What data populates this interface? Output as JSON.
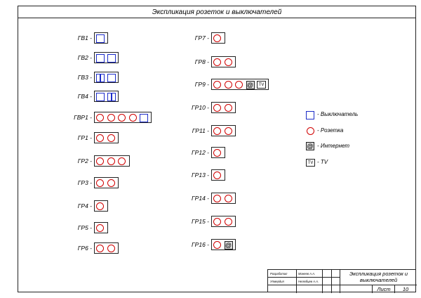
{
  "title": "Экспликация розеток и выключателей",
  "groups_left": [
    {
      "id": "g-gv1",
      "label": "ГВ1 -",
      "items": [
        "switch"
      ]
    },
    {
      "id": "g-gv2",
      "label": "ГВ2 -",
      "items": [
        "switch",
        "switch"
      ]
    },
    {
      "id": "g-gv3",
      "label": "ГВ3 -",
      "items": [
        "switch2",
        "switch"
      ]
    },
    {
      "id": "g-gv4",
      "label": "ГВ4 -",
      "items": [
        "switch",
        "switch2"
      ]
    },
    {
      "id": "g-gvr1",
      "label": "ГВР1 -",
      "items": [
        "socket",
        "socket",
        "socket",
        "socket",
        "switch"
      ]
    },
    {
      "id": "g-gr1",
      "label": "ГР1 -",
      "items": [
        "socket",
        "socket"
      ]
    },
    {
      "id": "g-gr2",
      "label": "ГР2 -",
      "items": [
        "socket",
        "socket",
        "socket"
      ]
    },
    {
      "id": "g-gr3",
      "label": "ГР3 -",
      "items": [
        "socket",
        "socket"
      ]
    },
    {
      "id": "g-gr4",
      "label": "ГР4 -",
      "items": [
        "socket"
      ]
    },
    {
      "id": "g-gr5",
      "label": "ГР5 -",
      "items": [
        "socket"
      ]
    },
    {
      "id": "g-gr6",
      "label": "ГР6 -",
      "items": [
        "socket",
        "socket"
      ]
    }
  ],
  "groups_right": [
    {
      "id": "g-gr7",
      "label": "ГР7 -",
      "items": [
        "socket"
      ]
    },
    {
      "id": "g-gr8",
      "label": "ГР8 -",
      "items": [
        "socket",
        "socket"
      ]
    },
    {
      "id": "g-gr9",
      "label": "ГР9 -",
      "items": [
        "socket",
        "socket",
        "socket",
        "internet",
        "tv"
      ]
    },
    {
      "id": "g-gr10",
      "label": "ГР10 -",
      "items": [
        "socket",
        "socket"
      ]
    },
    {
      "id": "g-gr11",
      "label": "ГР11 -",
      "items": [
        "socket",
        "socket"
      ]
    },
    {
      "id": "g-gr12",
      "label": "ГР12 -",
      "items": [
        "socket"
      ]
    },
    {
      "id": "g-gr13",
      "label": "ГР13 -",
      "items": [
        "socket"
      ]
    },
    {
      "id": "g-gr14",
      "label": "ГР14 -",
      "items": [
        "socket",
        "socket"
      ]
    },
    {
      "id": "g-gr15",
      "label": "ГР15 -",
      "items": [
        "socket",
        "socket"
      ]
    },
    {
      "id": "g-gr16",
      "label": "ГР16 -",
      "items": [
        "socket",
        "internet"
      ]
    }
  ],
  "symbols": {
    "internet_glyph": "@",
    "tv_glyph": "TV"
  },
  "legend": [
    {
      "symbol": "switch",
      "text": "- Выключатель"
    },
    {
      "symbol": "socket",
      "text": "- Розетка"
    },
    {
      "symbol": "internet",
      "text": "- Интернет"
    },
    {
      "symbol": "tv",
      "text": "- TV"
    }
  ],
  "stamp": {
    "developed_label": "Разработал",
    "developed_name": "Минеев А.А.",
    "approved_label": "Утвердил",
    "approved_name": "Нелюбцев А.А.",
    "title": "Экспликация розеток и выключателей",
    "sheet_label": "Лист",
    "sheet_number": "10"
  },
  "colors": {
    "switch": "#1c2cc8",
    "socket": "#d00000",
    "internet_fill": "#d9d9d9"
  }
}
